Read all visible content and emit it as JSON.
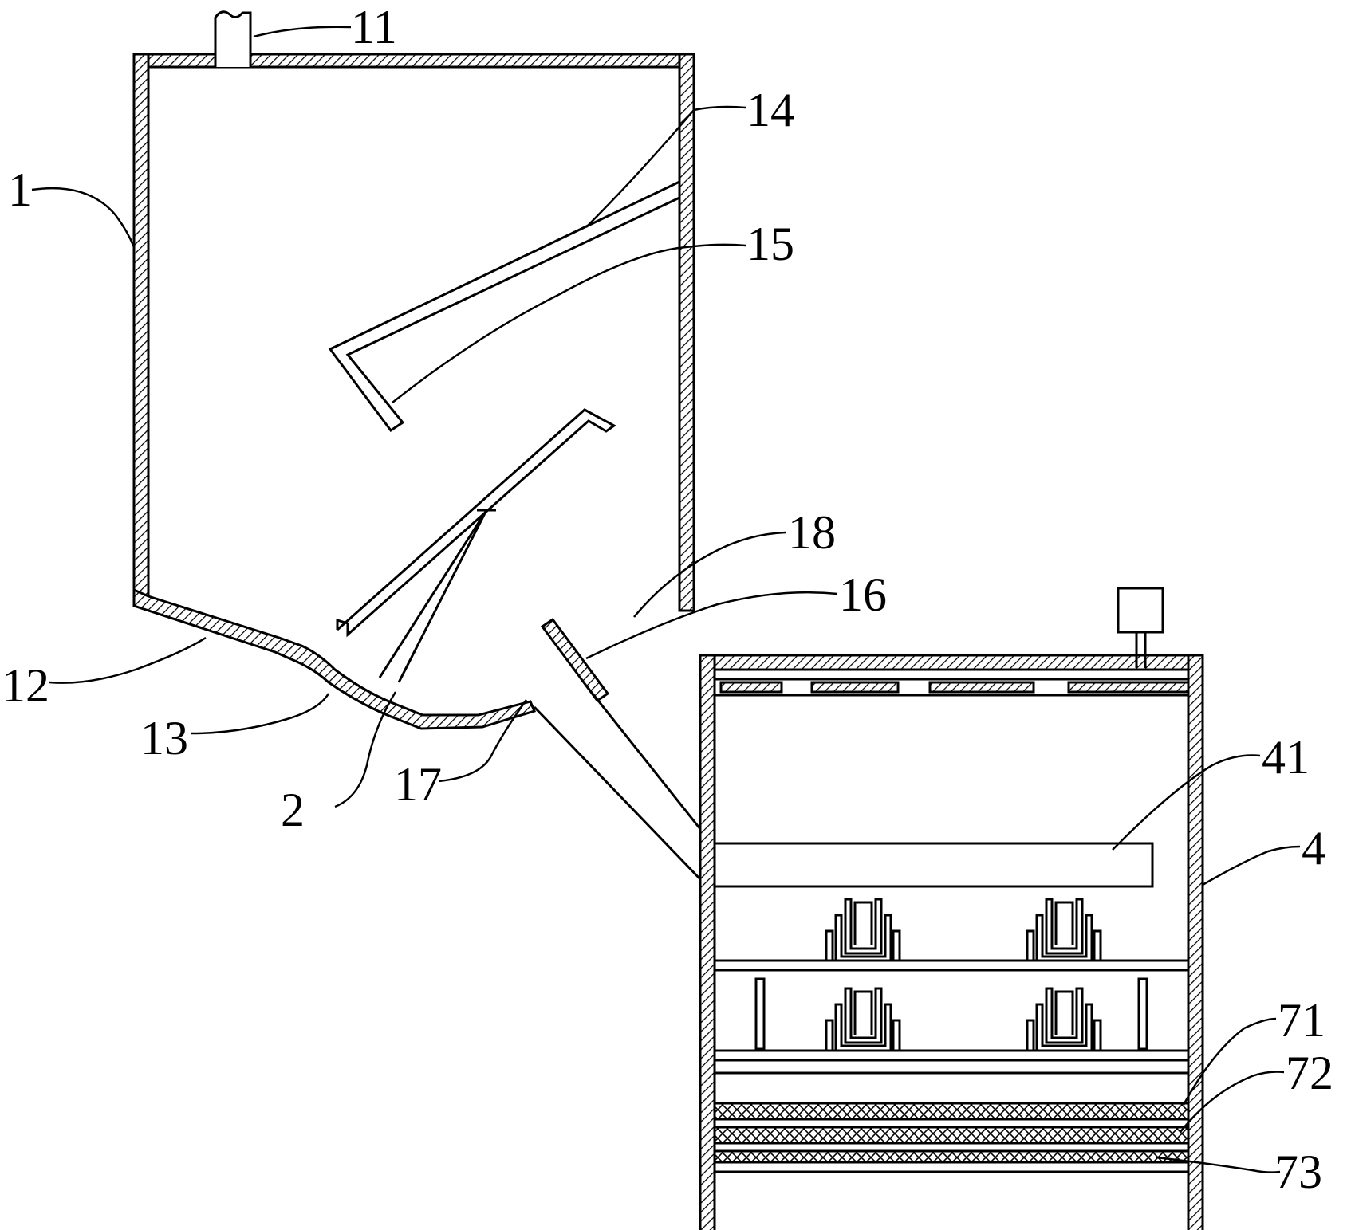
{
  "labels": {
    "l1": "1",
    "l2": "2",
    "l4": "4",
    "l11": "11",
    "l12": "12",
    "l13": "13",
    "l14": "14",
    "l15": "15",
    "l16": "16",
    "l17": "17",
    "l18": "18",
    "l41": "41",
    "l71": "71",
    "l72": "72",
    "l73": "73"
  }
}
